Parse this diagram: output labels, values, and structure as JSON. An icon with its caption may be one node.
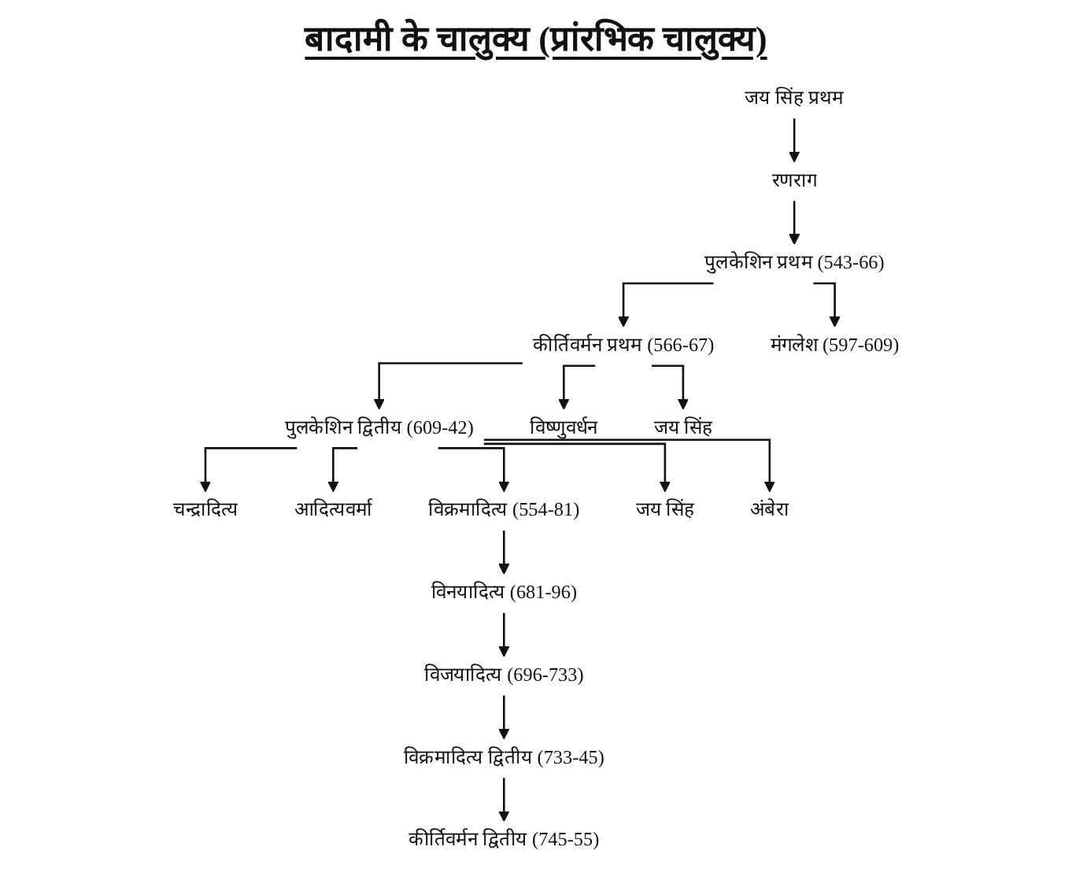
{
  "diagram": {
    "title": "बादामी के चालुक्य (प्रांरभिक चालुक्य)",
    "nodes": [
      {
        "text": [
          "जय सिंह प्रथम"
        ]
      },
      {
        "text": [
          "रणराग"
        ]
      },
      {
        "text": [
          "पुलकेशिन प्रथम (543-66)"
        ]
      },
      {
        "text": [
          "कीर्तिवर्मन प्रथम (566-67)"
        ]
      },
      {
        "text": [
          "मंगलेश (597-609)"
        ]
      },
      {
        "text": [
          "पुलकेशिन द्वितीय (609-42)"
        ]
      },
      {
        "text": [
          "विष्णुवर्धन"
        ]
      },
      {
        "text": [
          "जय सिंह"
        ]
      },
      {
        "text": [
          "चन्द्रादित्य"
        ]
      },
      {
        "text": [
          "आदित्यवर्मा"
        ]
      },
      {
        "text": [
          "विक्रमादित्य (554-81)"
        ]
      },
      {
        "text": [
          "जय सिंह"
        ]
      },
      {
        "text": [
          "अंबेरा"
        ]
      },
      {
        "text": [
          "विनयादित्य (681-96)"
        ]
      },
      {
        "text": [
          "विजयादित्य (696-733)"
        ]
      },
      {
        "text": [
          "विक्रमादित्य द्वितीय (733-45)"
        ]
      },
      {
        "text": [
          "कीर्तिवर्मन द्वितीय (745-55)"
        ]
      }
    ],
    "edges": [
      {
        "from": 0,
        "to": 1,
        "arrow": "to"
      },
      {
        "from": 1,
        "to": 2,
        "arrow": "to"
      },
      {
        "from": 2,
        "to": 3,
        "arrow": "to"
      },
      {
        "from": 2,
        "to": 4,
        "arrow": "to"
      },
      {
        "from": 3,
        "to": 5,
        "arrow": "to"
      },
      {
        "from": 3,
        "to": 6,
        "arrow": "to"
      },
      {
        "from": 3,
        "to": 7,
        "arrow": "to"
      },
      {
        "from": 5,
        "to": 8,
        "arrow": "to"
      },
      {
        "from": 5,
        "to": 9,
        "arrow": "to"
      },
      {
        "from": 5,
        "to": 10,
        "arrow": "to"
      },
      {
        "from": 5,
        "to": 11,
        "arrow": "to"
      },
      {
        "from": 5,
        "to": 12,
        "arrow": "to"
      },
      {
        "from": 10,
        "to": 13,
        "arrow": "to"
      },
      {
        "from": 13,
        "to": 14,
        "arrow": "to"
      },
      {
        "from": 14,
        "to": 15,
        "arrow": "to"
      },
      {
        "from": 15,
        "to": 16,
        "arrow": "to"
      }
    ]
  }
}
